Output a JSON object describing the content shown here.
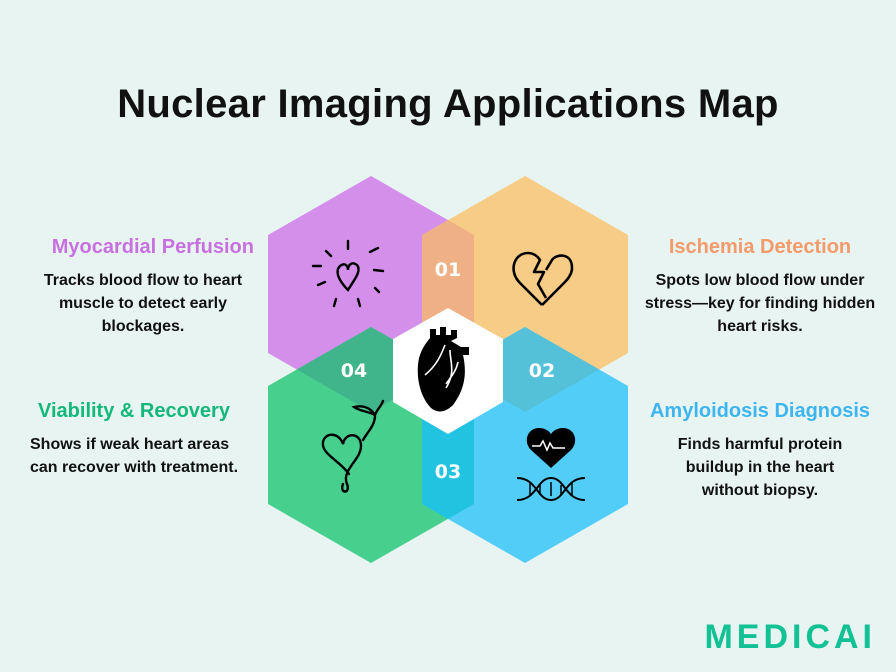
{
  "title": "Nuclear Imaging Applications Map",
  "items": [
    {
      "num": "01",
      "title": "Myocardial Perfusion",
      "desc": "Tracks blood flow to heart muscle to detect early blockages.",
      "color": "#D48FEA",
      "icon": "radiant-heart-icon"
    },
    {
      "num": "02",
      "title": "Ischemia Detection",
      "desc": "Spots low blood flow under stress—key for finding hidden heart risks.",
      "color": "#F7CC86",
      "icon": "broken-heart-icon"
    },
    {
      "num": "03",
      "title": "Amyloidosis Diagnosis",
      "desc": "Finds harmful protein buildup in the heart without biopsy.",
      "color": "#52CDF8",
      "icon": "heart-dna-icon"
    },
    {
      "num": "04",
      "title": "Viability & Recovery",
      "desc": "Shows if weak heart areas can recover with treatment.",
      "color": "#47CF8E",
      "icon": "heart-sprout-icon"
    }
  ],
  "title_colors": {
    "t1": "#C870E0",
    "t2": "#F59A6A",
    "t3": "#3DB5F0",
    "t4": "#13B87A"
  },
  "logo": "MEDICAI"
}
